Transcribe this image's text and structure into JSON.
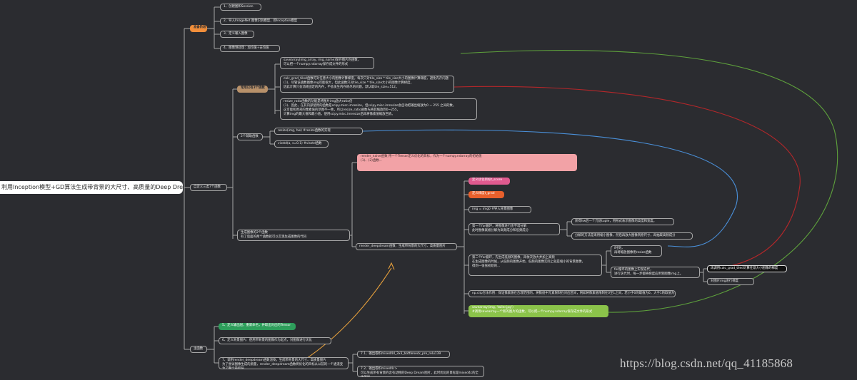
{
  "root": "利用Inception模型+GD算法生成带背景的大尺寸、高质量的Deep Dream图片",
  "branches": {
    "prep": "准备阶段",
    "custom": "自定义三类7个函数",
    "main": "主函数"
  },
  "prep_items": [
    "1、创建图和Session",
    "2、导入ImageNet 图像识别模型，即Inception模型",
    "3、定义输入图像",
    "4、图像预处理：加均值+去均值"
  ],
  "custom_groups": {
    "common": "常用已有3个函数",
    "helper": "2个辅助函数",
    "gen": "生成图像的2个函数\n有了后面的两个函数就可以实现生成图像的代码"
  },
  "common_funcs": [
    "savearray(img_array, img_name)保存图片的函数，\n可以把一个numpy.ndarray保存成文件的形式",
    "calc_grad_tiled函数可对任意大小的图像计算梯度，每次只对tile_size * tile_size大小的图像计算梯度，避免内存问题\n(1)、尽管该函数图像img可能很大，但此函数只对tile_size * tile_size大小的图像计算梯度，\n因此计算只会消耗固定的内存，不会发生内存耗尽的问题，默认取tile_size=512。",
    "resize_ratio函数的功能是将图片img放大ratio倍\n(1)、因此，在其内部使用的函数是scipy.misc.imresize，但scipy.misc.imresize会自动把输出缩放为0 ~ 255 之间的数。\n这可能和原来的像素值的范围不一致，所以resize_ratio函数先将其缩放到0~255，\n计算img的最大值和最小值，使用scipy.misc.imresize后再将像素值缩放回去。"
  ],
  "helper_funcs": [
    "resize(img, hw) #resize函数的实现",
    "visstd(a, s=0.1) #visstd函数"
  ],
  "gen_funcs": {
    "render_naive": "render_naive函数  用一个Tensor定义优化的目标，作为一个numpy.ndarray的初始值\n(1)、(2)函数...",
    "render_deepdream": "render_deepdream函数：生成带背景的大尺寸、高质量图片"
  },
  "deepdream_steps": {
    "s1": "定义优化目标t_score",
    "s2": "定义梯度t_grad",
    "s3": "img = img0 #导入背景图像",
    "s4": "第一个for循环，将图像进行金字塔分解\n此时图像就被分解为高频成分和低频成分",
    "s5": "第二个for循环，先生成低频的图像，再依次放大并加上高频\n在生成图像的时候，从低频的图像开始，低频的图像实际上就是缩小的背景图像，\n得到一张张初始的...",
    "s6": "np.clip方法作用：保证像素值在合理范围内，将数组中元素限制在对应区间，例如将像素值限制在0至1之间，若小于0的取值为0，大于1的取值为1。",
    "s7": "savearray(img, 'tailer.jpg')\n#调用savearray一个新的图片的函数，可以把一个numpy.ndarray保存成文件的形式"
  },
  "loop1_notes": [
    "获得hw后一个元组tuple，用形式表示图像的高度和宽度。",
    "分解的方法是采用缩小图像，然后再放大图像到原尺寸，再抽取高频成分"
  ],
  "loop2_notes": {
    "a": "i时刻，\n再将缩放图像用resize函数",
    "b": "for循环的图像上实现迭代，\n进行迭代时，每一步都将梯度应用到图像img上。",
    "c": "再调用calc_grad_tiled计算任意大小图像的梯度",
    "d": "对图片img进行梯度"
  },
  "main_steps": [
    "5、定义输出层，重新命名，并取出对应的Tensor",
    "6、定义背景图片：使用带背景的图像作为起点，对图像进行优化",
    "7、调用render_deepdream函数渲染，生成带背景的大尺寸、高质量图片\n为了尝试图像生成的质量，render_deepdream函数将优化的目标从以前的一个通道变为了整个卷积层"
  ],
  "main_sub": [
    "7.1、输出卷积mixed4d_3x3_bottleneck_pre_relu139",
    "7.2、输出卷积mixed4c>\n可以生成带有背景的含有动物的Deep Dream图片，此时优化的目标是mixed4c的全体输出"
  ],
  "watermark": "https://blog.csdn.net/qq_41185868",
  "colors": {
    "background": "#2b2c30",
    "line": "#a6a6a6",
    "prep": "#f28f3b",
    "common": "#b8916a",
    "red_highlight": "#f2a2a6",
    "pink": "#e05a8f",
    "orange_red": "#e8602c",
    "green": "#8bc34a",
    "dark_green": "#2e9e5b",
    "arc_green": "#5ea13c",
    "arc_red": "#b3272a",
    "arc_blue": "#4a90d9",
    "arc_orange": "#e8a13c"
  }
}
